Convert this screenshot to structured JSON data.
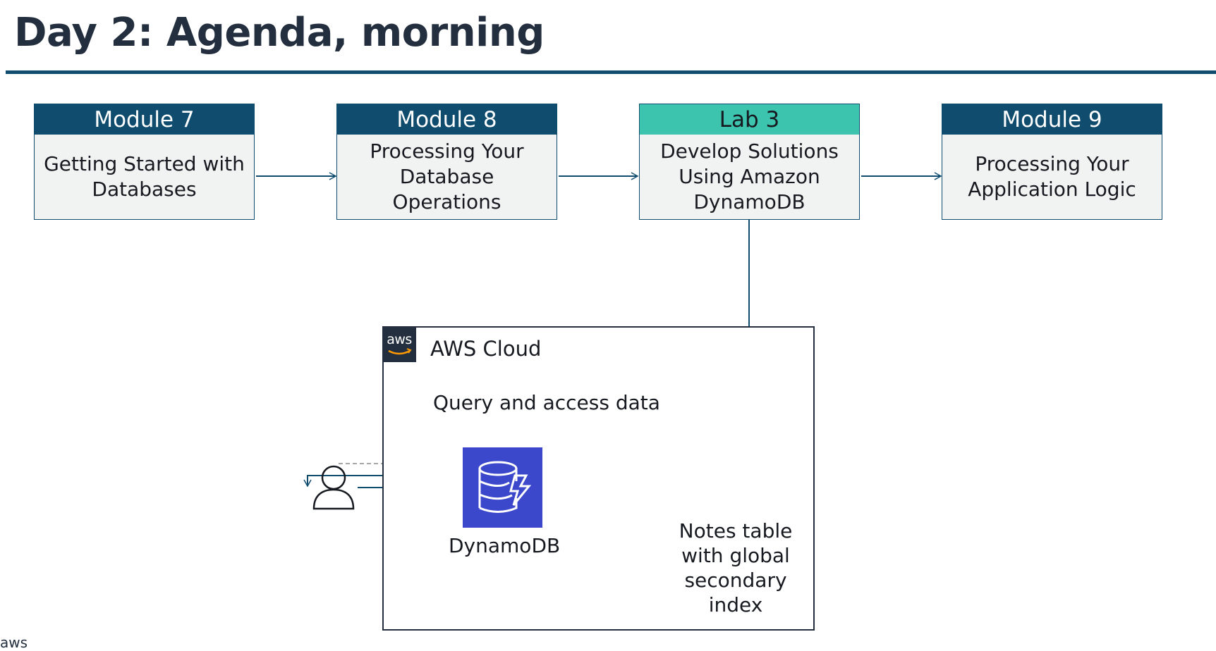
{
  "title": "Day 2: Agenda, morning",
  "modules": [
    {
      "header": "Module 7",
      "body": "Getting Started with\nDatabases"
    },
    {
      "header": "Module 8",
      "body": "Processing Your\nDatabase Operations"
    },
    {
      "header": "Lab 3",
      "body": "Develop Solutions\nUsing Amazon\nDynamoDB"
    },
    {
      "header": "Module 9",
      "body": "Processing Your\nApplication Logic"
    }
  ],
  "cloud": {
    "logo_text": "aws",
    "label": "AWS Cloud",
    "subtitle": "Query and access data",
    "service_label": "DynamoDB",
    "table_label": "Notes table\nwith global\nsecondary\nindex"
  },
  "footer": {
    "logo_text": "aws"
  },
  "colors": {
    "navy": "#0f4c6e",
    "teal": "#3cc4ae",
    "dynamodb": "#3b48cc",
    "dark": "#232f3e"
  },
  "icons": [
    "user-icon",
    "dynamodb-icon",
    "table-icon",
    "aws-logo",
    "cursor-icon"
  ]
}
